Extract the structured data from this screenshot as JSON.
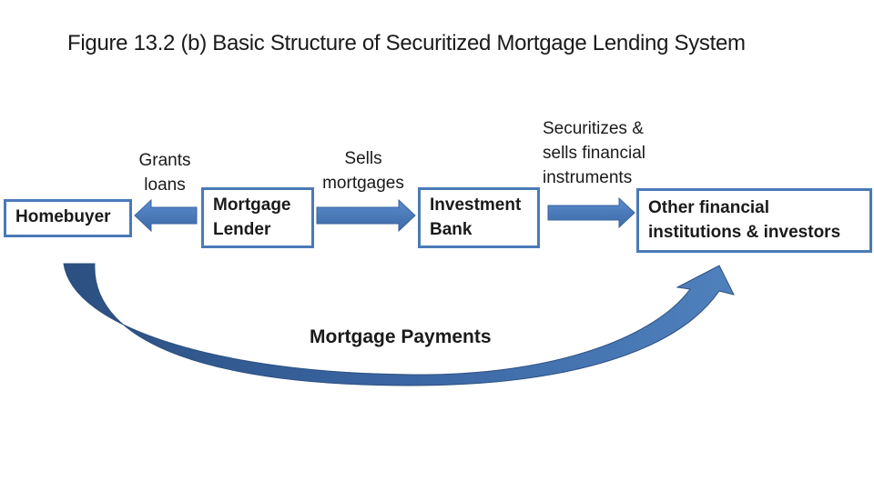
{
  "title": "Figure 13.2 (b) Basic Structure of Securitized Mortgage Lending System",
  "nodes": {
    "homebuyer": [
      "Homebuyer"
    ],
    "lender": [
      "Mortgage",
      "Lender"
    ],
    "bank": [
      "Investment",
      "Bank"
    ],
    "investors": [
      "Other financial",
      "institutions & investors"
    ]
  },
  "edges": {
    "grants": [
      "Grants",
      "loans"
    ],
    "sells": [
      "Sells",
      "mortgages"
    ],
    "securitizes": [
      "Securitizes &",
      "sells financial",
      "instruments"
    ]
  },
  "payments_label": "Mortgage Payments",
  "colors": {
    "box_border": "#4a7ab8",
    "arrow_fill": "#4f81bd",
    "arrow_dark": "#2c4f80"
  }
}
